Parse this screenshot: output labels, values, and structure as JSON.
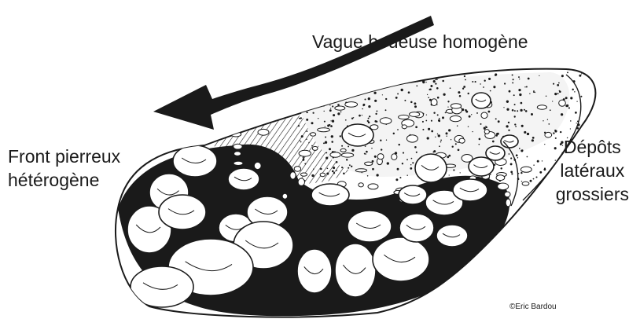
{
  "labels": {
    "wave": "Vague boueuse homogène",
    "front_line1": "Front pierreux",
    "front_line2": "hétérogène",
    "lateral_line1": "Dépôts",
    "lateral_line2": "latéraux",
    "lateral_line3": "grossiers"
  },
  "credit": "©Eric Bardou",
  "colors": {
    "ink": "#1a1a1a",
    "background": "#ffffff"
  }
}
